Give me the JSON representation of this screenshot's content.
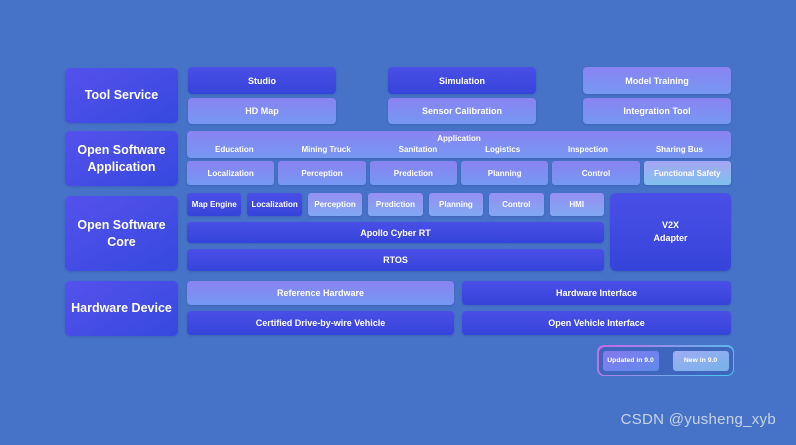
{
  "diagram": {
    "tool_service": {
      "label": "Tool Service",
      "studio": "Studio",
      "hd_map": "HD Map",
      "simulation": "Simulation",
      "sensor_calibration": "Sensor Calibration",
      "model_training": "Model Training",
      "integration_tool": "Integration Tool"
    },
    "open_software_application": {
      "label": "Open Software Application",
      "application_title": "Application",
      "application_items": [
        "Education",
        "Mining Truck",
        "Sanitation",
        "Logistics",
        "Inspection",
        "Sharing Bus"
      ],
      "modules": [
        "Localization",
        "Perception",
        "Prediction",
        "Planning",
        "Control",
        "Functional Safety"
      ]
    },
    "open_software_core": {
      "label": "Open Software Core",
      "modules": [
        "Map Engine",
        "Localization",
        "Perception",
        "Prediction",
        "Planning",
        "Control",
        "HMI"
      ],
      "cyber_rt": "Apollo Cyber RT",
      "rtos": "RTOS",
      "v2x_adapter": "V2X\nAdapter"
    },
    "hardware_device": {
      "label": "Hardware Device",
      "reference_hardware": "Reference Hardware",
      "certified_vehicle": "Certified Drive-by-wire Vehicle",
      "hardware_interface": "Hardware Interface",
      "open_vehicle_interface": "Open Vehicle Interface"
    }
  },
  "legend": {
    "updated_label": "Updated in 9.0",
    "new_label": "New in 9.0"
  },
  "watermark": "CSDN @yusheng_xyb",
  "colors": {
    "background": "#4673c8",
    "base_dark": "#3a49de",
    "updated": "#8190f2",
    "new": "#93b4f0",
    "legend_border_start": "#c86ae6",
    "legend_border_end": "#44ccee"
  }
}
